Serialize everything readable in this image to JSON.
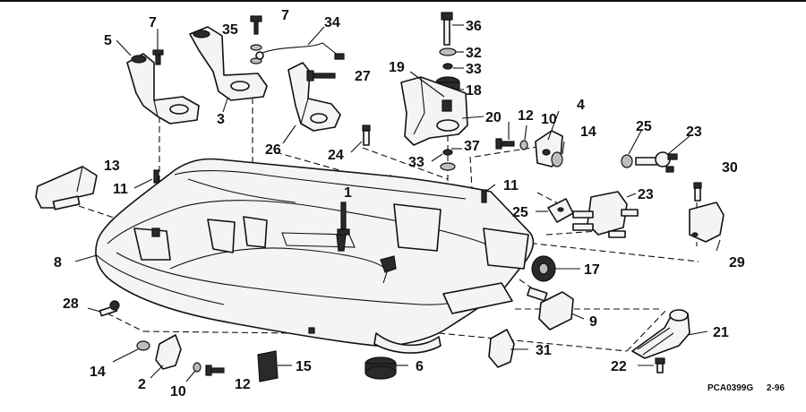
{
  "diagram": {
    "code": "PCA0399G",
    "date": "2-96",
    "callouts": [
      "7",
      "35",
      "7",
      "34",
      "36",
      "5",
      "32",
      "27",
      "33",
      "19",
      "18",
      "4",
      "12",
      "10",
      "20",
      "3",
      "26",
      "24",
      "14",
      "25",
      "23",
      "37",
      "33",
      "13",
      "30",
      "11",
      "1",
      "11",
      "23",
      "25",
      "8",
      "17",
      "29",
      "28",
      "9",
      "21",
      "14",
      "6",
      "15",
      "31",
      "22",
      "2",
      "10",
      "12"
    ]
  }
}
